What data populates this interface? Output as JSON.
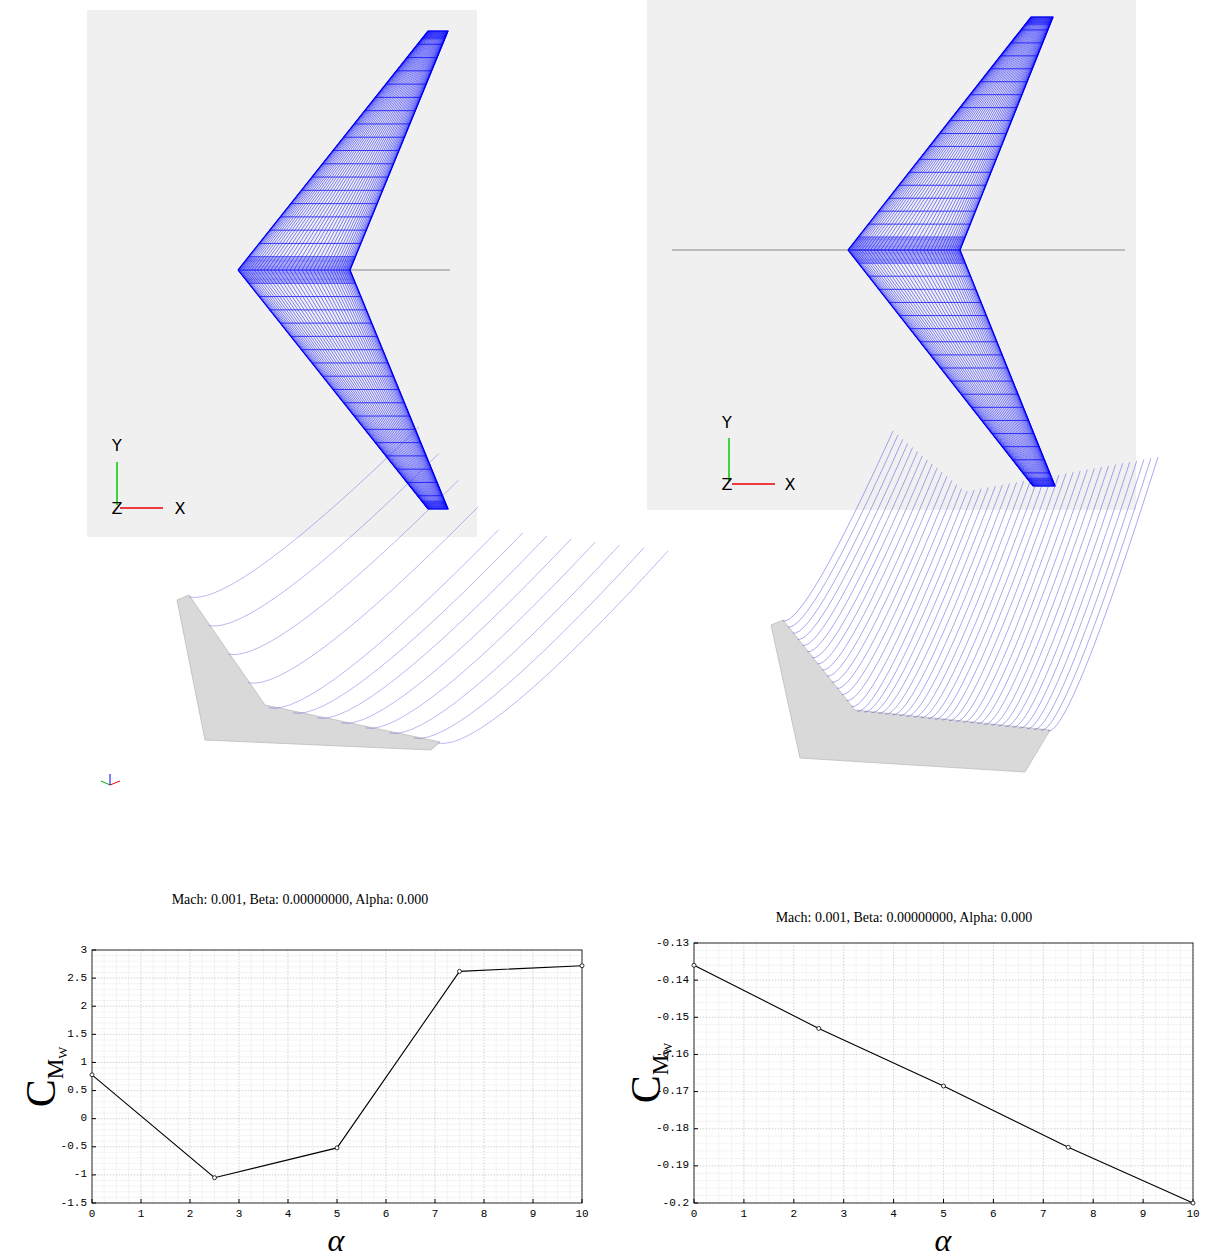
{
  "diagram": {
    "labels": [
      "Y",
      "Z",
      "X",
      "Y",
      "Z",
      "X",
      "Mach: 0.001, Beta: 0.00000000, Alpha: 0.000",
      "3",
      "2.5",
      "2",
      "1.5",
      "1",
      "0.5",
      "0",
      "-0.5",
      "-1",
      "-1.5",
      "0",
      "1",
      "2",
      "3",
      "4",
      "5",
      "6",
      "7",
      "8",
      "9",
      "10",
      "CMW",
      "α",
      "Mach: 0.001, Beta: 0.00000000, Alpha: 0.000",
      "-0.13",
      "-0.14",
      "-0.15",
      "-0.16",
      "-0.17",
      "-0.18",
      "-0.19",
      "-0.2",
      "0",
      "1",
      "2",
      "3",
      "4",
      "5",
      "6",
      "7",
      "8",
      "9",
      "10",
      "CMW",
      "α"
    ]
  }
}
